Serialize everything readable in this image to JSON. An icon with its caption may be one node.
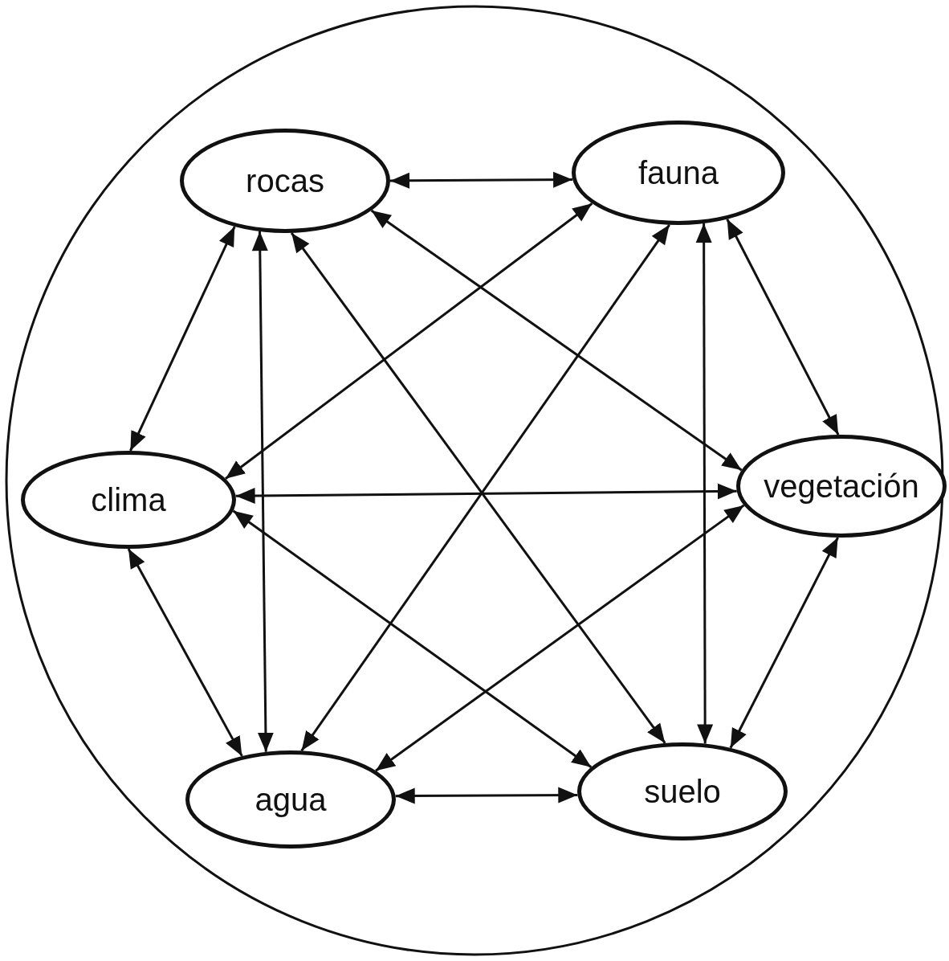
{
  "diagram": {
    "nodes": [
      {
        "text": [],
        "shape": "circle"
      },
      {
        "text": [
          "rocas"
        ],
        "in": 0
      },
      {
        "text": [
          "fauna"
        ],
        "in": 0
      },
      {
        "text": [
          "clima"
        ],
        "in": 0
      },
      {
        "text": [
          "vegetación"
        ],
        "in": 0
      },
      {
        "text": [
          "agua"
        ],
        "in": 0
      },
      {
        "text": [
          "suelo"
        ],
        "in": 0
      }
    ],
    "edges": [
      {
        "from": 1,
        "to": 2,
        "arrow": "both"
      },
      {
        "from": 1,
        "to": 3,
        "arrow": "both"
      },
      {
        "from": 1,
        "to": 4,
        "arrow": "both"
      },
      {
        "from": 1,
        "to": 5,
        "arrow": "both"
      },
      {
        "from": 1,
        "to": 6,
        "arrow": "both"
      },
      {
        "from": 2,
        "to": 3,
        "arrow": "both"
      },
      {
        "from": 2,
        "to": 4,
        "arrow": "both"
      },
      {
        "from": 2,
        "to": 5,
        "arrow": "both"
      },
      {
        "from": 2,
        "to": 6,
        "arrow": "both"
      },
      {
        "from": 3,
        "to": 4,
        "arrow": "both"
      },
      {
        "from": 3,
        "to": 5,
        "arrow": "both"
      },
      {
        "from": 3,
        "to": 6,
        "arrow": "both"
      },
      {
        "from": 4,
        "to": 5,
        "arrow": "both"
      },
      {
        "from": 4,
        "to": 6,
        "arrow": "both"
      },
      {
        "from": 5,
        "to": 6,
        "arrow": "both"
      }
    ]
  }
}
